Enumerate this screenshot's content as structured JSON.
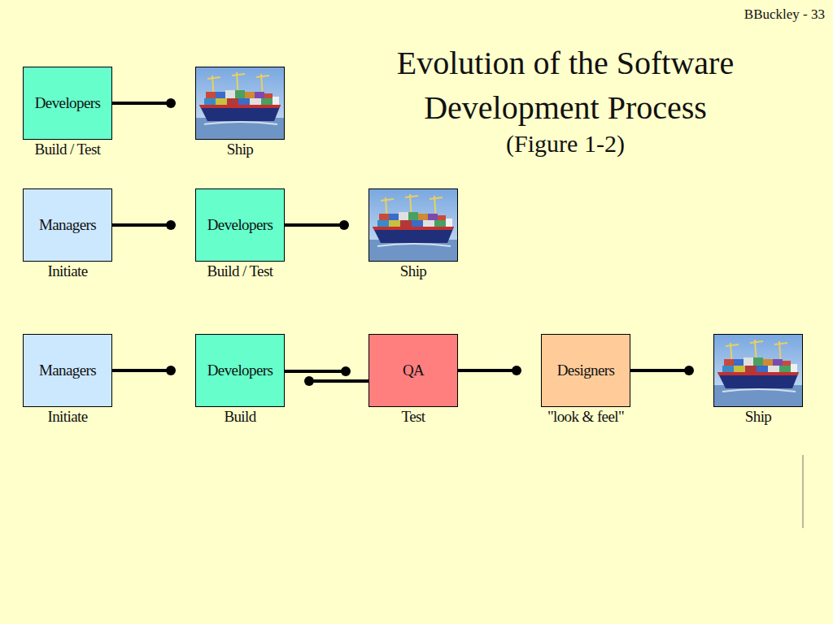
{
  "diagram": {
    "title": "Evolution of the Software Development Process",
    "nodes": [
      {
        "text": [
          "Developers",
          "Build / Test"
        ]
      },
      {
        "text": [
          "Ship"
        ]
      },
      {
        "text": [
          "Managers",
          "Initiate"
        ]
      },
      {
        "text": [
          "Developers",
          "Build / Test"
        ]
      },
      {
        "text": [
          "Ship"
        ]
      },
      {
        "text": [
          "Managers",
          "Initiate"
        ]
      },
      {
        "text": [
          "Developers",
          "Build"
        ]
      },
      {
        "text": [
          "QA",
          "Test"
        ]
      },
      {
        "text": [
          "Designers",
          "\"look & feel\""
        ]
      },
      {
        "text": [
          "Ship"
        ]
      }
    ],
    "edges": [
      {
        "from": 0,
        "to": 1,
        "arrow": "to"
      },
      {
        "from": 2,
        "to": 3,
        "arrow": "to"
      },
      {
        "from": 3,
        "to": 4,
        "arrow": "to"
      },
      {
        "from": 5,
        "to": 6,
        "arrow": "to"
      },
      {
        "from": 6,
        "to": 7,
        "arrow": "to"
      },
      {
        "from": 7,
        "to": 8,
        "arrow": "to"
      },
      {
        "from": 8,
        "to": 9,
        "arrow": "to"
      }
    ],
    "labels": [
      "(Figure 1-2)",
      "BBuckley - 33"
    ]
  }
}
